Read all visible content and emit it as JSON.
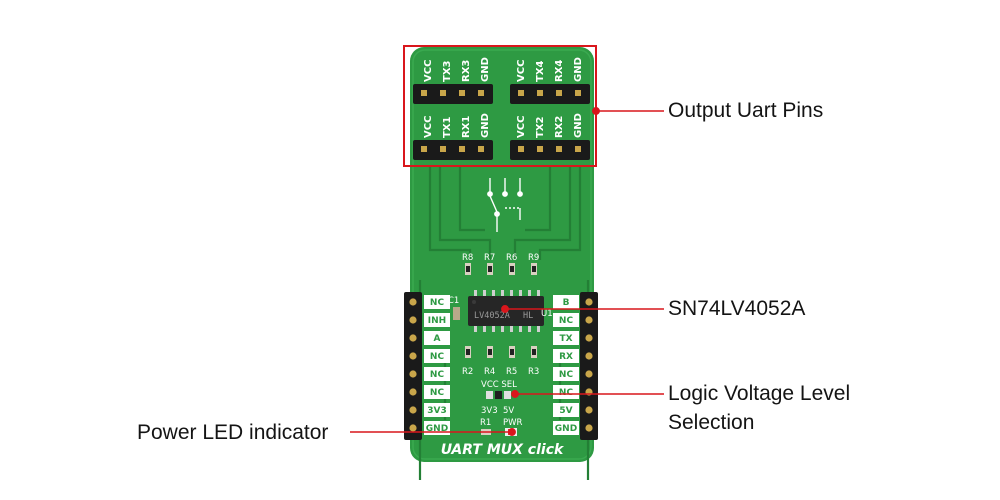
{
  "board": {
    "title": "UART MUX click",
    "chip_marking": [
      "LV4052A",
      "HL"
    ],
    "top_header_labels": {
      "row_top_left": [
        "VCC",
        "TX3",
        "RX3",
        "GND"
      ],
      "row_top_right": [
        "VCC",
        "TX4",
        "RX4",
        "GND"
      ],
      "row_bottom_left": [
        "VCC",
        "TX1",
        "RX1",
        "GND"
      ],
      "row_bottom_right": [
        "VCC",
        "TX2",
        "RX2",
        "GND"
      ]
    },
    "left_pins": [
      "NC",
      "INH",
      "A",
      "NC",
      "NC",
      "NC",
      "3V3",
      "GND"
    ],
    "right_pins": [
      "B",
      "NC",
      "TX",
      "RX",
      "NC",
      "NC",
      "5V",
      "GND"
    ],
    "resistors_top": [
      "R8",
      "R7",
      "R6",
      "R9"
    ],
    "resistors_bottom": [
      "R2",
      "R4",
      "R5",
      "R3"
    ],
    "capacitor_label": "C1",
    "ic_label": "U1",
    "vcc_sel_label": "VCC SEL",
    "vcc_sel_options": [
      "3V3",
      "5V"
    ],
    "led_labels": [
      "R1",
      "PWR"
    ]
  },
  "callouts": {
    "output_uart_pins": "Output Uart Pins",
    "ic_name": "SN74LV4052A",
    "logic_voltage_line1": "Logic Voltage Level",
    "logic_voltage_line2": "Selection",
    "power_led": "Power LED indicator"
  },
  "colors": {
    "pcb": "#2e9a43",
    "pcb_dark": "#237f35",
    "highlight": "#d9161c",
    "pin_gold": "#c9a64a"
  }
}
